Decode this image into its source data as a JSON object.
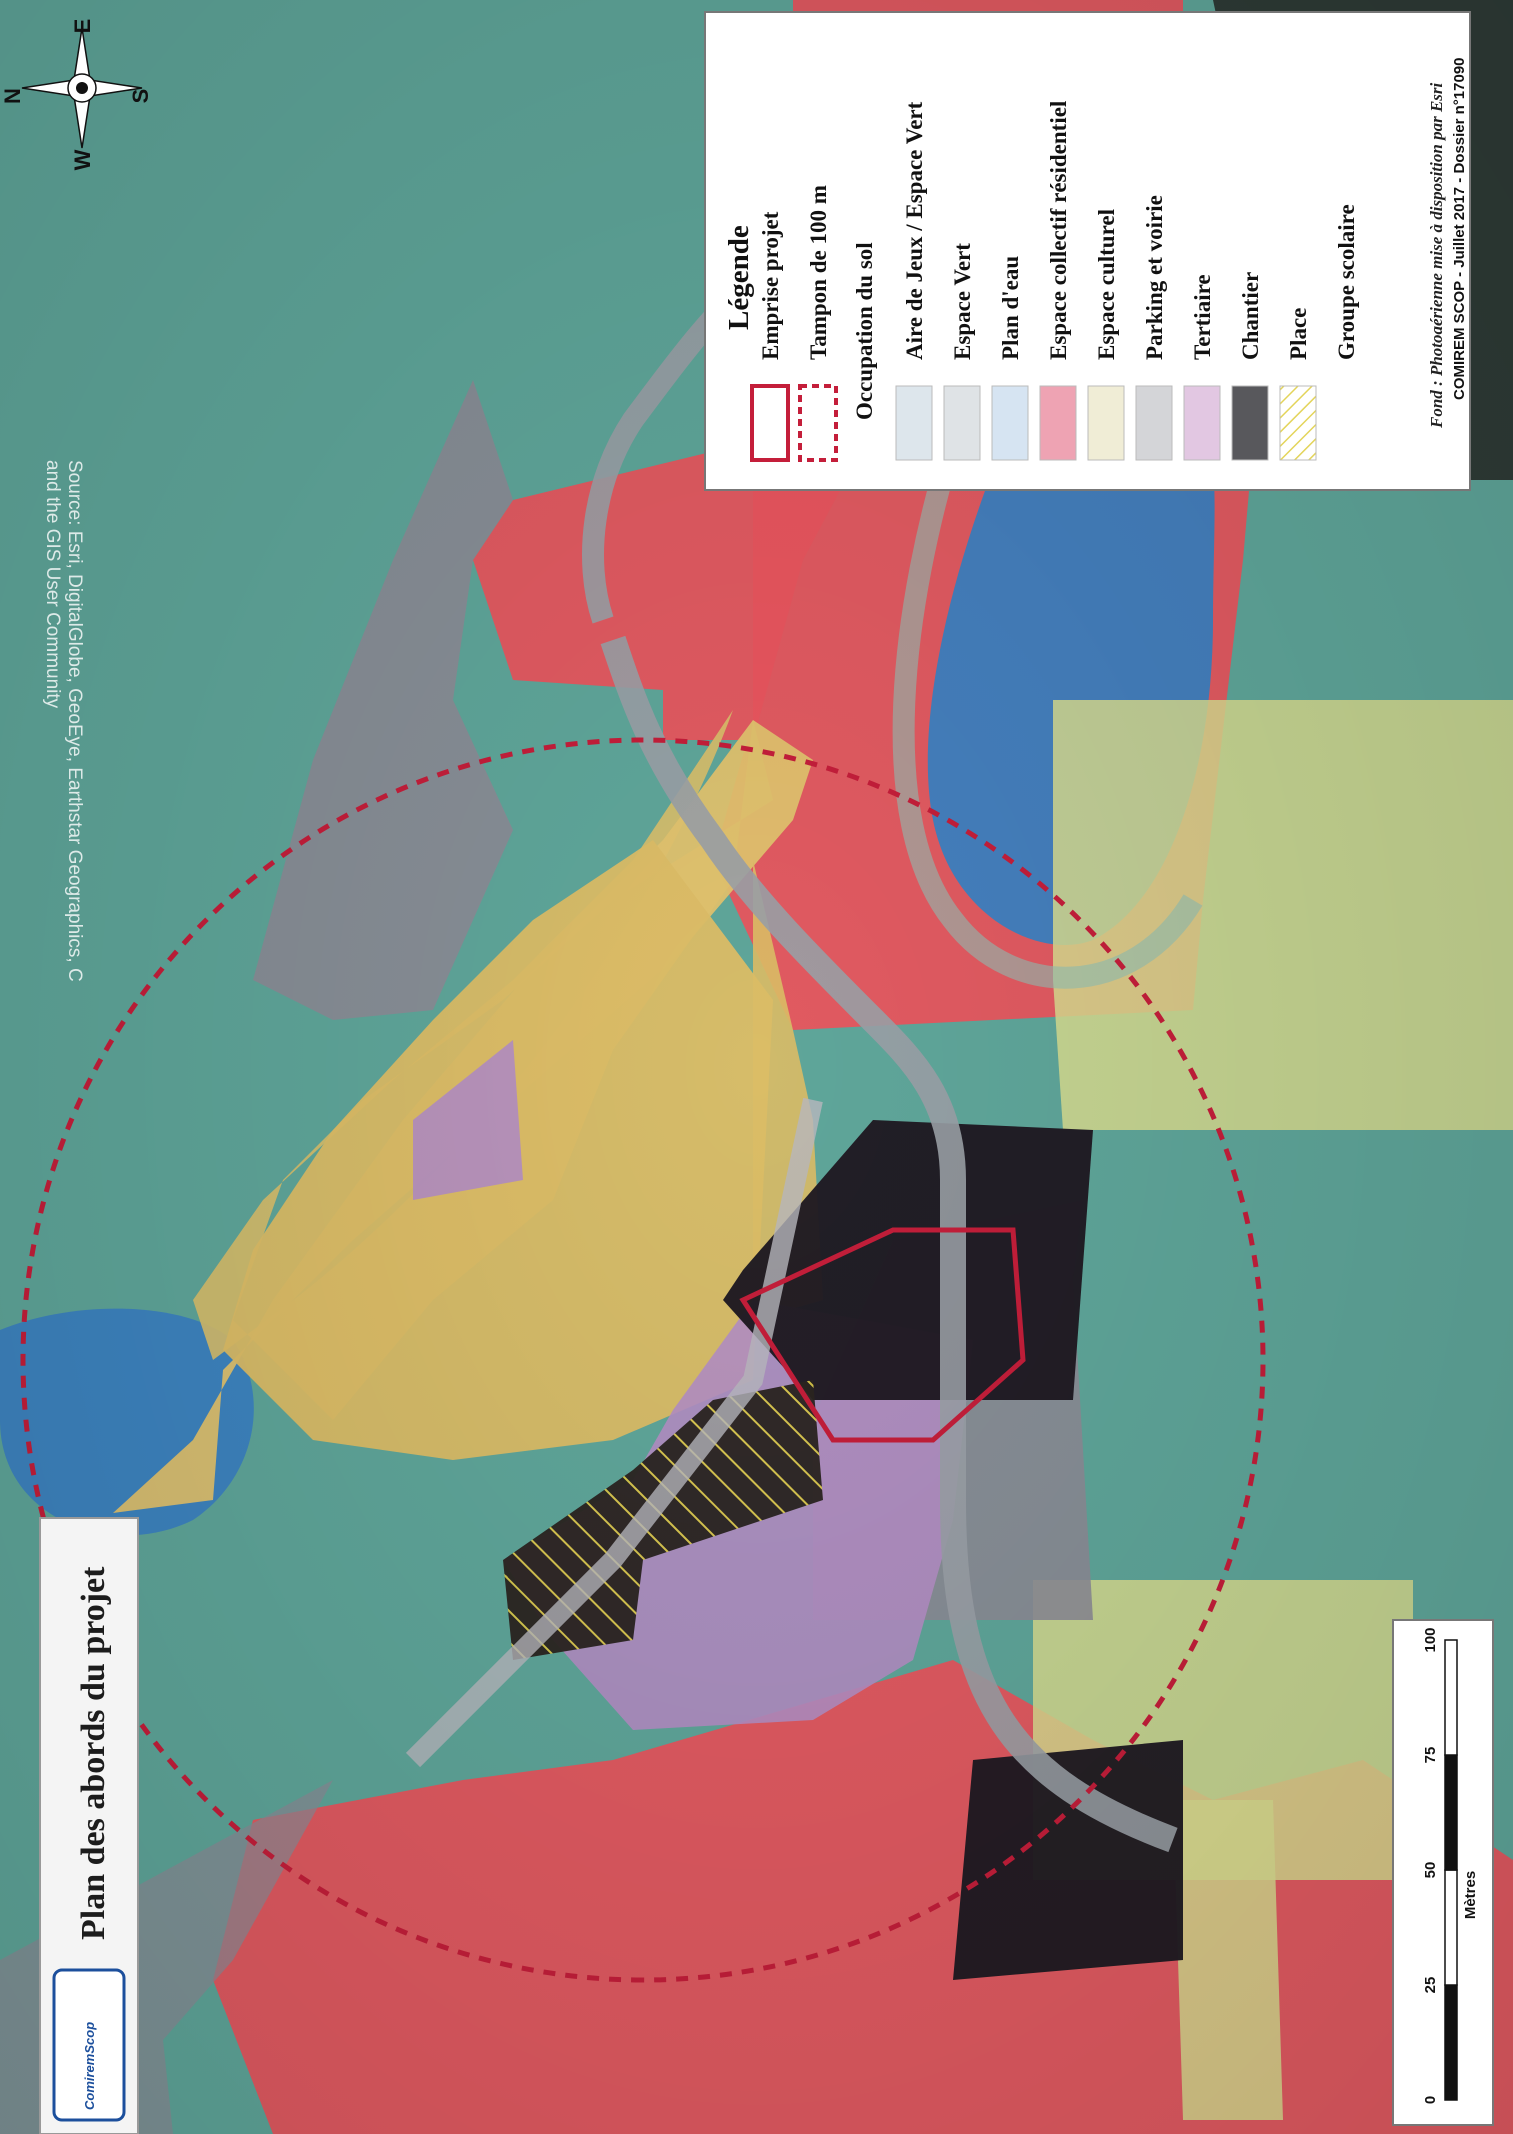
{
  "title": "Plan des abords du projet",
  "logo_text": "ComiremScop",
  "legend": {
    "title": "Légende",
    "project_items": [
      {
        "label": "Emprise projet",
        "style": "solid",
        "color": "#c41e3a"
      },
      {
        "label": "Tampon de 100 m",
        "style": "dashed",
        "color": "#c41e3a"
      }
    ],
    "landuse_title": "Occupation du sol",
    "landuse_items": [
      {
        "label": "Aire de Jeux / Espace Vert",
        "color": "#dde6ec"
      },
      {
        "label": "Espace Vert",
        "color": "#dfe3e6"
      },
      {
        "label": "Plan d'eau",
        "color": "#d6e4f2"
      },
      {
        "label": "Espace collectif résidentiel",
        "color": "#eea3b3"
      },
      {
        "label": "Espace culturel",
        "color": "#f0edd6"
      },
      {
        "label": "Parking et voirie",
        "color": "#d4d5d8"
      },
      {
        "label": "Tertiaire",
        "color": "#e2c7e2"
      },
      {
        "label": "Chantier",
        "color": "#58585c"
      },
      {
        "label": "Place",
        "color": "#f4ecb0"
      },
      {
        "label": "Groupe scolaire",
        "color": "#ffffff"
      }
    ]
  },
  "fond_line": "Fond : Photoaérienne mise à disposition par Esri",
  "credit_line": "COMIREM SCOP - Juillet 2017 - Dossier n°17090",
  "source_line1": "Source: Esri, DigitalGlobe, GeoEye, Earthstar Geographics, C",
  "source_line2": "and the GIS User Community",
  "scale": {
    "ticks": [
      "0",
      "25",
      "50",
      "75",
      "100"
    ],
    "unit": "Mètres"
  },
  "compass": {
    "n": "N",
    "e": "E",
    "s": "S",
    "w": "W"
  },
  "colors": {
    "green_zone": "#5fa69a",
    "residential": "#e8555e",
    "water": "#3b82c2",
    "culture": "#d9bf6a",
    "parking": "#8c8c96",
    "tertiary": "#b48ec4",
    "chantier": "#1f1a22",
    "buffer": "#c41e3a"
  }
}
